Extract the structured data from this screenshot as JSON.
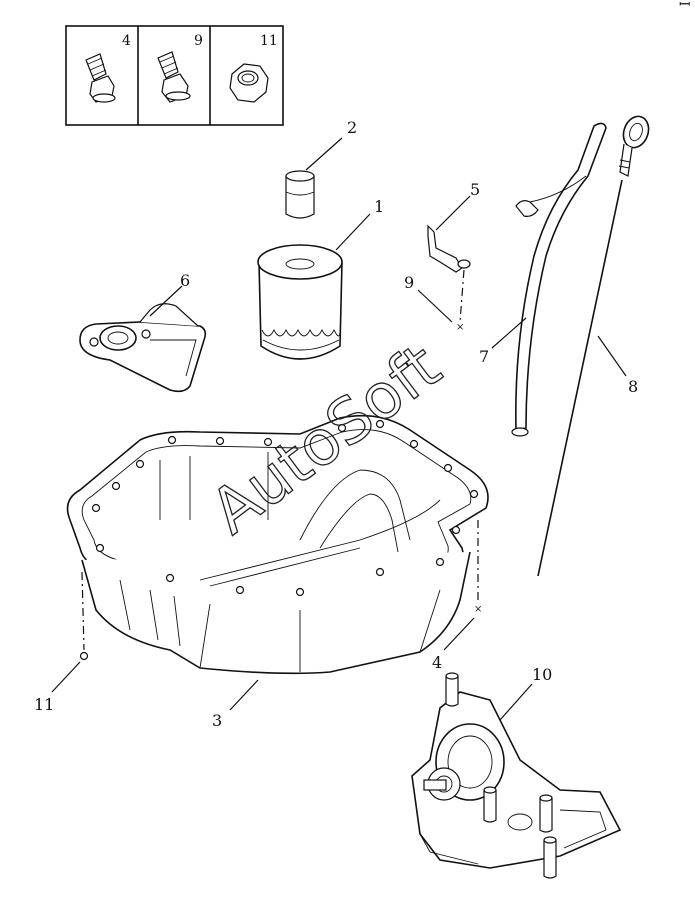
{
  "inset": {
    "labels": [
      "4",
      "9",
      "11"
    ]
  },
  "callouts": {
    "c1": "1",
    "c2": "2",
    "c3": "3",
    "c4": "4",
    "c5": "5",
    "c6": "6",
    "c7": "7",
    "c8": "8",
    "c9": "9",
    "c10": "10",
    "c11": "11"
  },
  "watermark": "AutoSoft",
  "corner_mark": "ꟷ"
}
